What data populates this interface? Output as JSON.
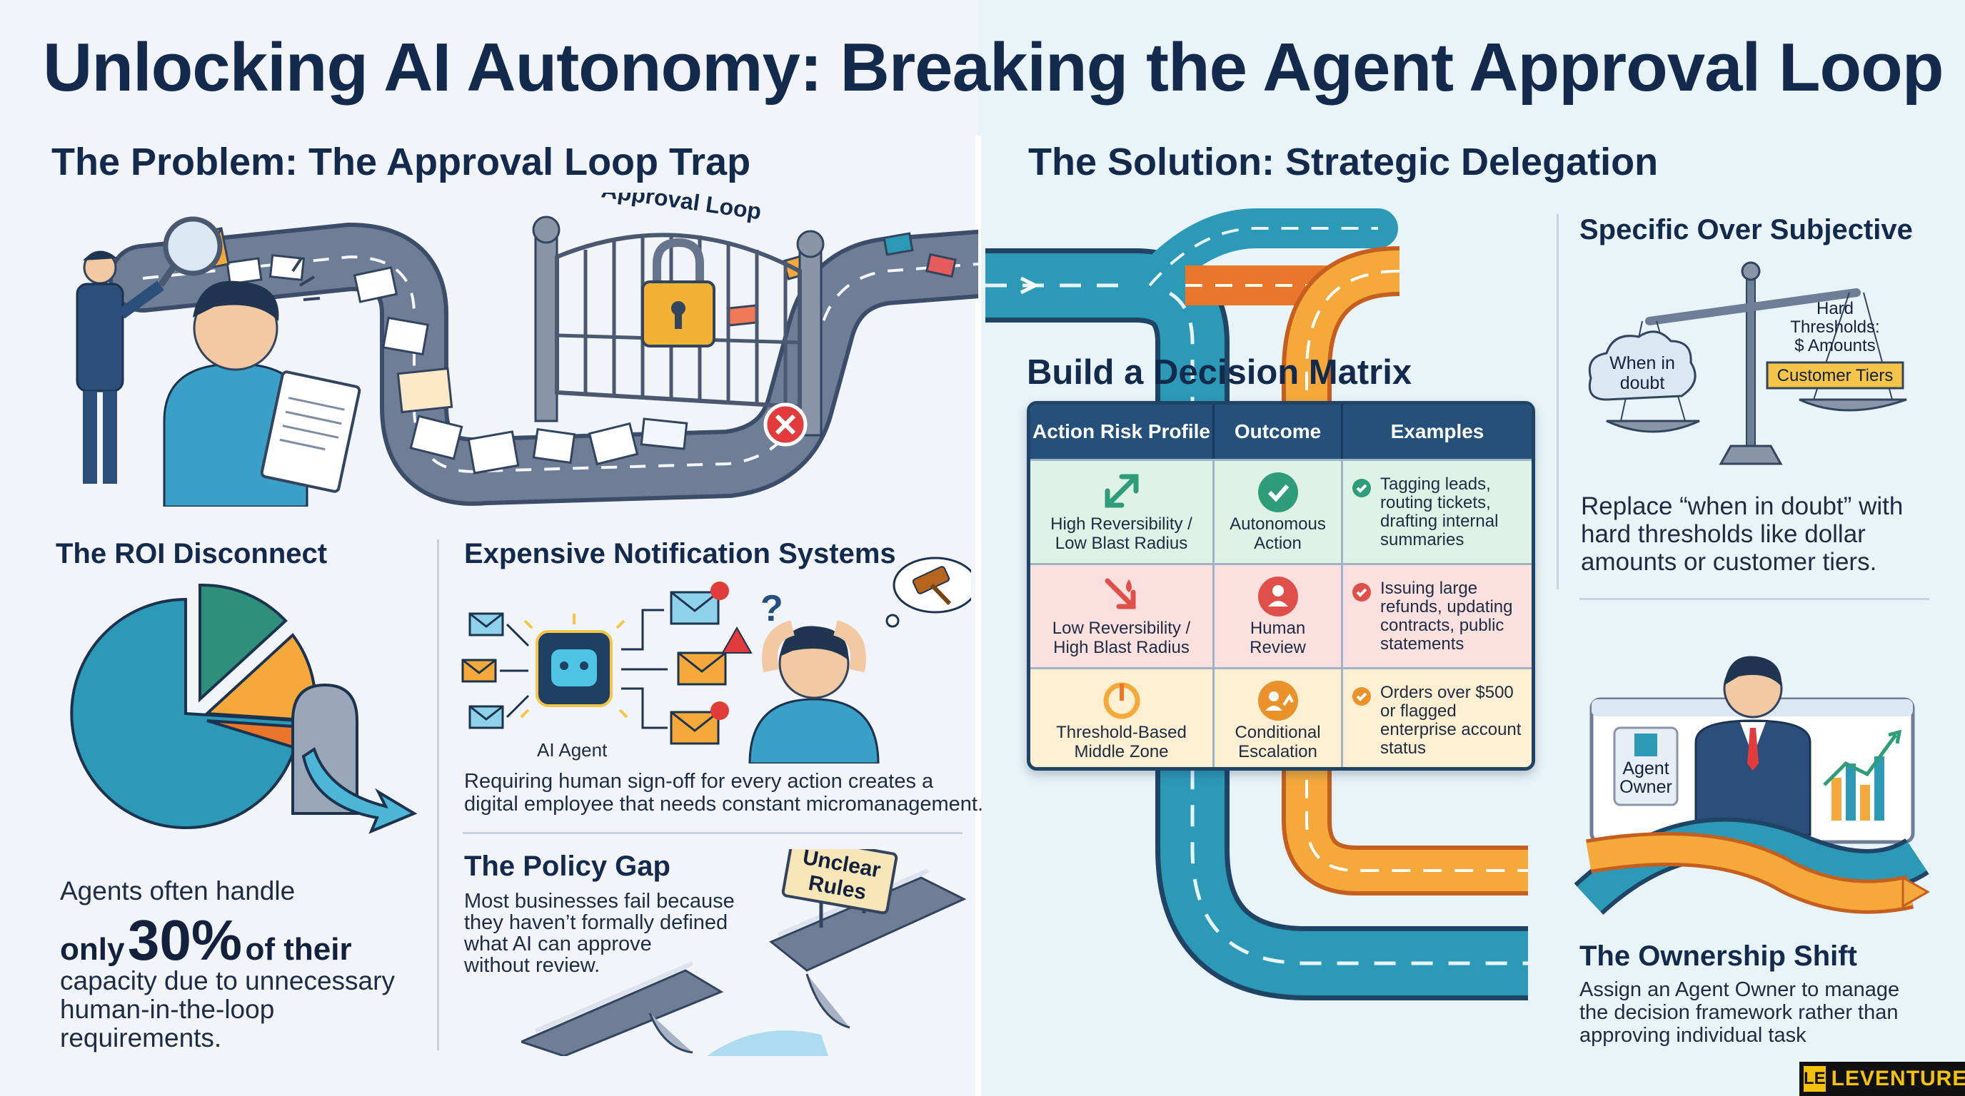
{
  "title": "Unlocking AI Autonomy: Breaking the Agent Approval Loop",
  "problem": {
    "heading": "The Problem: The Approval Loop Trap",
    "loop_label": "Approval Loop"
  },
  "roi": {
    "heading": "The ROI Disconnect",
    "line1": "Agents often handle",
    "only": "only",
    "percent": "30%",
    "of_their": "of their",
    "rest_1": "capacity due to unnecessary",
    "rest_2": "human-in-the-loop",
    "rest_3": "requirements."
  },
  "notifications": {
    "heading": "Expensive Notification Systems",
    "agent_label": "AI Agent",
    "caption_1": "Requiring human sign-off for every action creates a",
    "caption_2": "digital employee that needs constant micromanagement."
  },
  "policy": {
    "heading": "The Policy Gap",
    "text_1": "Most businesses fail because",
    "text_2": "they haven’t formally defined",
    "text_3": "what AI can approve",
    "text_4": "without review.",
    "sign_1": "Unclear",
    "sign_2": "Rules"
  },
  "solution": {
    "heading": "The Solution: Strategic Delegation"
  },
  "matrix": {
    "heading": "Build a Decision Matrix",
    "columns": [
      "Action Risk Profile",
      "Outcome",
      "Examples"
    ],
    "rows": [
      {
        "profile_1": "High Reversibility /",
        "profile_2": "Low Blast Radius",
        "outcome_1": "Autonomous",
        "outcome_2": "Action",
        "examples": [
          "Tagging leads,",
          "routing tickets,",
          "drafting internal",
          "summaries"
        ]
      },
      {
        "profile_1": "Low Reversibility /",
        "profile_2": "High Blast Radius",
        "outcome_1": "Human",
        "outcome_2": "Review",
        "examples": [
          "Issuing large",
          "refunds, updating",
          "contracts, public",
          "statements"
        ]
      },
      {
        "profile_1": "Threshold-Based",
        "profile_2": "Middle Zone",
        "outcome_1": "Conditional",
        "outcome_2": "Escalation",
        "examples": [
          "Orders over $500",
          "or flagged",
          "enterprise account",
          "status"
        ]
      }
    ],
    "colors": {
      "header": "#24507a",
      "green": "#def3e6",
      "red": "#fbe0e0",
      "yellow": "#fcefd2"
    }
  },
  "specific": {
    "heading": "Specific Over Subjective",
    "cloud_1": "When in",
    "cloud_2": "doubt",
    "hard_1": "Hard",
    "hard_2": "Thresholds:",
    "hard_3": "$ Amounts",
    "tiers": "Customer Tiers",
    "text_1": "Replace “when in doubt” with",
    "text_2": "hard thresholds like dollar",
    "text_3": "amounts or customer tiers."
  },
  "ownership": {
    "heading": "The Ownership Shift",
    "badge_1": "Agent",
    "badge_2": "Owner",
    "text_1": "Assign an Agent Owner to manage",
    "text_2": "the decision framework rather than",
    "text_3": "approving individual task"
  },
  "brand": {
    "logo": "LE",
    "name": "LEVENTURES"
  }
}
